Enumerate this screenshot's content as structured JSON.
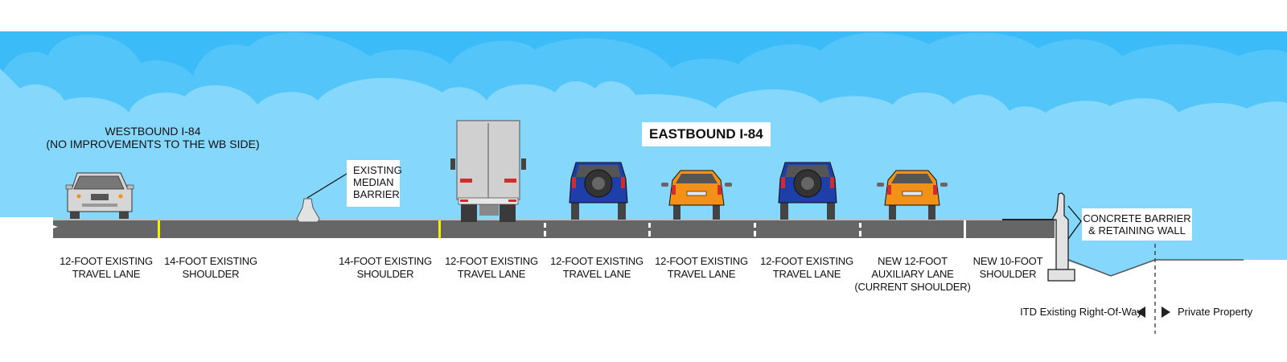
{
  "titles": {
    "westbound": "WESTBOUND I-84\n(NO IMPROVEMENTS TO THE WB SIDE)",
    "eastbound": "EASTBOUND I-84"
  },
  "callouts": {
    "median_barrier": "EXISTING\nMEDIAN\nBARRIER",
    "concrete_wall": "CONCRETE BARRIER\n& RETAINING WALL"
  },
  "lanes": [
    {
      "label": "12-FOOT EXISTING\nTRAVEL LANE",
      "side": "westbound",
      "type": "travel",
      "width_ft": 12
    },
    {
      "label": "14-FOOT EXISTING\nSHOULDER",
      "side": "westbound",
      "type": "shoulder",
      "width_ft": 14
    },
    {
      "label": "14-FOOT EXISTING\nSHOULDER",
      "side": "eastbound",
      "type": "shoulder",
      "width_ft": 14
    },
    {
      "label": "12-FOOT EXISTING\nTRAVEL LANE",
      "side": "eastbound",
      "type": "travel",
      "width_ft": 12
    },
    {
      "label": "12-FOOT EXISTING\nTRAVEL LANE",
      "side": "eastbound",
      "type": "travel",
      "width_ft": 12
    },
    {
      "label": "12-FOOT EXISTING\nTRAVEL LANE",
      "side": "eastbound",
      "type": "travel",
      "width_ft": 12
    },
    {
      "label": "12-FOOT EXISTING\nTRAVEL LANE",
      "side": "eastbound",
      "type": "travel",
      "width_ft": 12
    },
    {
      "label": "NEW 12-FOOT\nAUXILIARY LANE\n(CURRENT SHOULDER)",
      "side": "eastbound",
      "type": "auxiliary",
      "width_ft": 12
    },
    {
      "label": "NEW 10-FOOT\nSHOULDER",
      "side": "eastbound",
      "type": "shoulder",
      "width_ft": 10
    }
  ],
  "vehicles": [
    {
      "kind": "sedan",
      "color": "silver",
      "direction": "westbound-front"
    },
    {
      "kind": "box-truck",
      "color": "gray",
      "direction": "eastbound-rear"
    },
    {
      "kind": "suv",
      "color": "blue",
      "direction": "eastbound-rear"
    },
    {
      "kind": "hatchback",
      "color": "orange",
      "direction": "eastbound-rear"
    },
    {
      "kind": "suv",
      "color": "blue",
      "direction": "eastbound-rear"
    },
    {
      "kind": "hatchback",
      "color": "orange",
      "direction": "eastbound-rear"
    }
  ],
  "legend": {
    "left": "ITD Existing Right-Of-Way",
    "right": "Private Property"
  },
  "colors": {
    "sky_top": "#3bbcf8",
    "cloud_mid": "#53c5f9",
    "cloud_light": "#86d7fc",
    "road": "#666666",
    "yellow_line": "#f5ef00",
    "white_line": "#ffffff",
    "blue_car": "#1f3fa8",
    "orange_car": "#f39017",
    "concrete": "#e2e2e2"
  }
}
